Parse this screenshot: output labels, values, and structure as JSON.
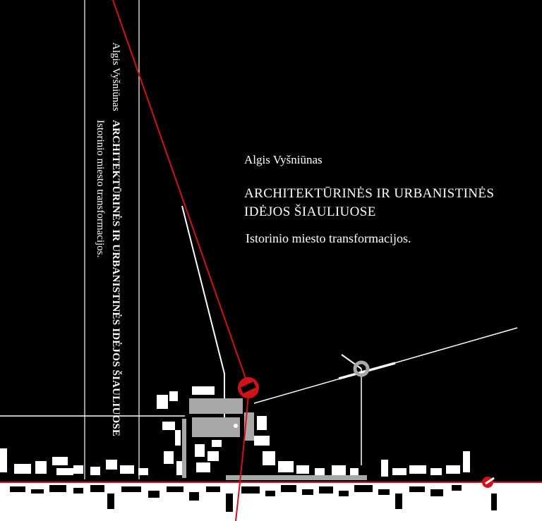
{
  "cover": {
    "author": "Algis Vyšniūnas",
    "title_line1": "ARCHITEKTŪRINĖS IR URBANISTINĖS",
    "title_line2": "IDĖJOS ŠIAULIUOSE",
    "subtitle": "Istorinio miesto transformacijos."
  },
  "spine": {
    "author": "Algis Vyšniūnas",
    "title": "ARCHITEKTŪRINĖS IR URBANISTINĖS IDĖJOS ŠIAULIUOSE",
    "subtitle": "Istorinio miesto transformacijos."
  },
  "colors": {
    "background": "#000000",
    "text": "#ffffff",
    "accent_red": "#d0121b",
    "gray_block": "#a8a8a8"
  }
}
